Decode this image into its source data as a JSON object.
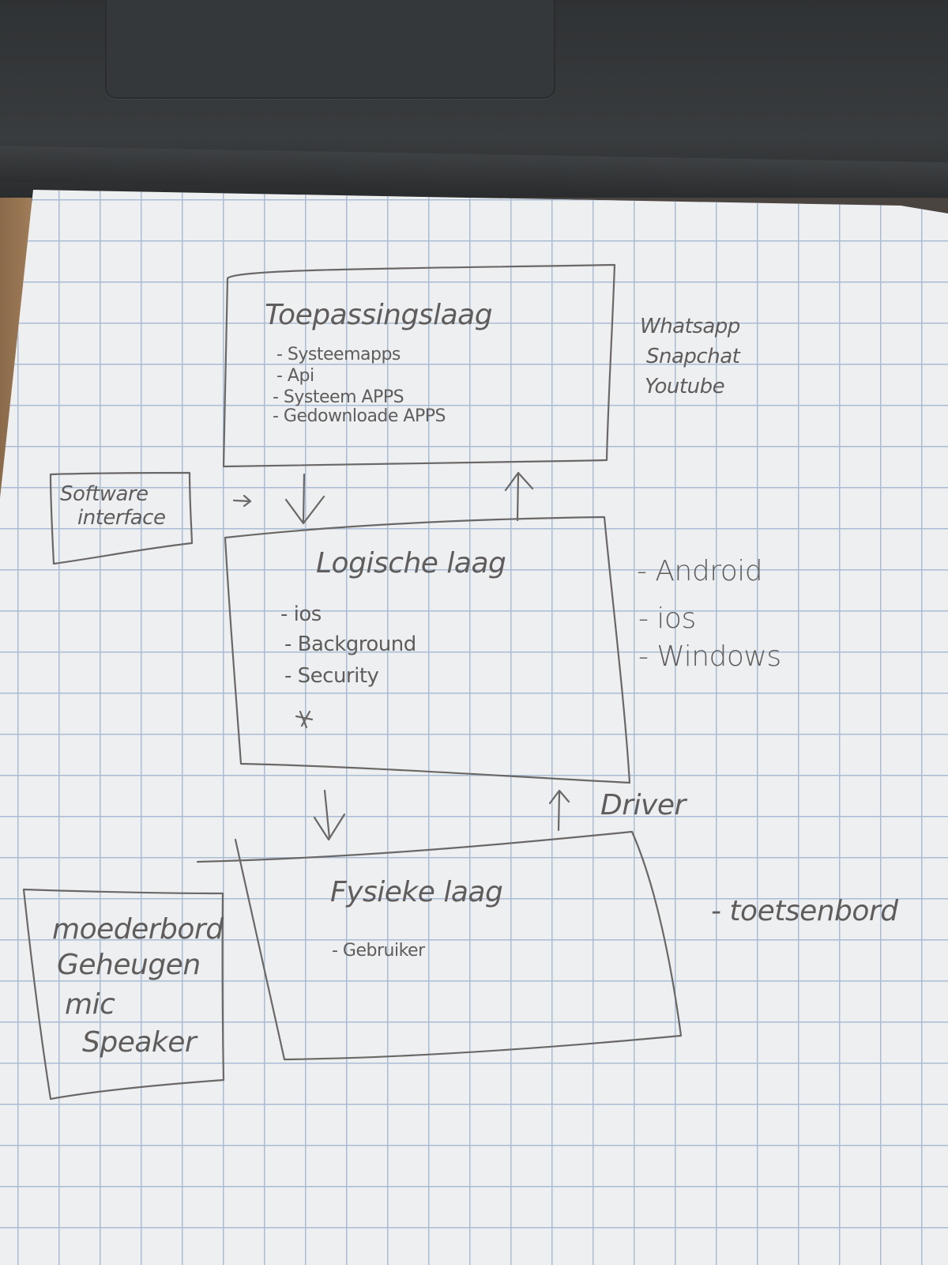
{
  "diagram": {
    "layers": {
      "application": {
        "title": "Toepassingslaag",
        "items": [
          "- Systeemapps",
          "- Api",
          "- Systeem APPS",
          "- Gedownloade APPS"
        ]
      },
      "logical": {
        "title": "Logische laag",
        "items": [
          "- ios",
          "- Background",
          "- Security"
        ]
      },
      "physical": {
        "title": "Fysieke laag",
        "items": [
          "- Gebruiker"
        ]
      }
    },
    "side_boxes": {
      "software_interface": [
        "Software",
        "interface"
      ],
      "hardware": [
        "moederbord",
        "Geheugen",
        "mic",
        "Speaker"
      ]
    },
    "side_notes": {
      "apps": [
        "Whatsapp",
        "Snapchat",
        "Youtube"
      ],
      "os": [
        "- Android",
        "- ios",
        "- Windows"
      ],
      "driver": "Driver",
      "keyboard": "- toetsenbord"
    },
    "ink_color": "#5f5d5c",
    "grid_color": "#a9bcd4",
    "paper_color": "#eeeff1"
  }
}
